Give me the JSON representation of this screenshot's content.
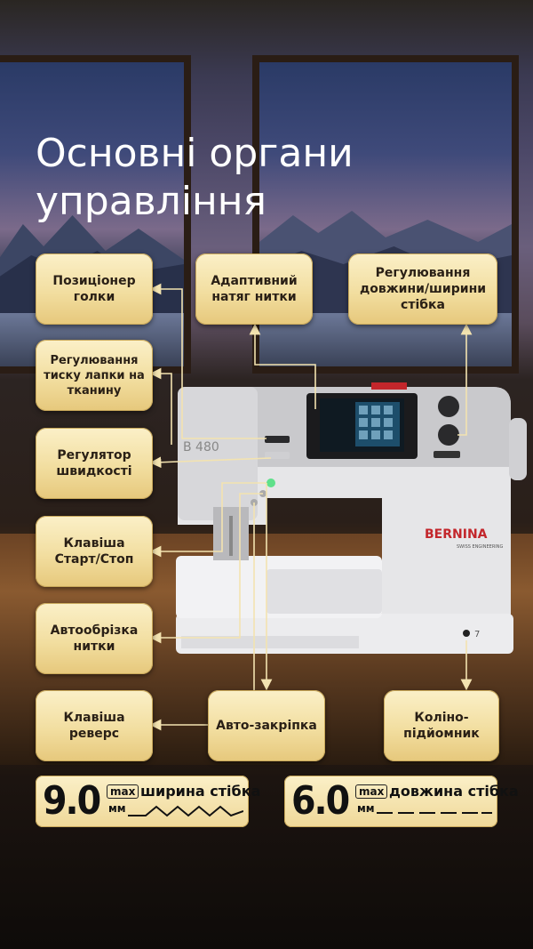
{
  "title": "Основні органи управління",
  "machine": {
    "brand": "BERNINA",
    "brand_sub": "SWISS ENGINEERING",
    "model": "B 480",
    "knee_mark": "7"
  },
  "labels": {
    "needle_positioner": "Позиціонер голки",
    "adaptive_tension": "Адаптивний натяг нитки",
    "stitch_length_width": "Регулювання довжини/ширини стібка",
    "presser_pressure": "Регулювання тиску лапки на тканину",
    "speed_regulator": "Регулятор швидкості",
    "start_stop": "Клавіша Старт/Стоп",
    "auto_cut": "Автообрізка нитки",
    "reverse": "Клавіша реверс",
    "auto_tie": "Авто-закріпка",
    "knee_lifter": "Коліно-підйомник"
  },
  "specs": [
    {
      "value": "9.0",
      "max": "max",
      "unit": "мм",
      "label": "ширина стібка"
    },
    {
      "value": "6.0",
      "max": "max",
      "unit": "мм",
      "label": "довжина стібка"
    }
  ],
  "colors": {
    "label_bg": "#f2dea0",
    "line": "#f3e3b0",
    "brand_red": "#c3262b"
  }
}
